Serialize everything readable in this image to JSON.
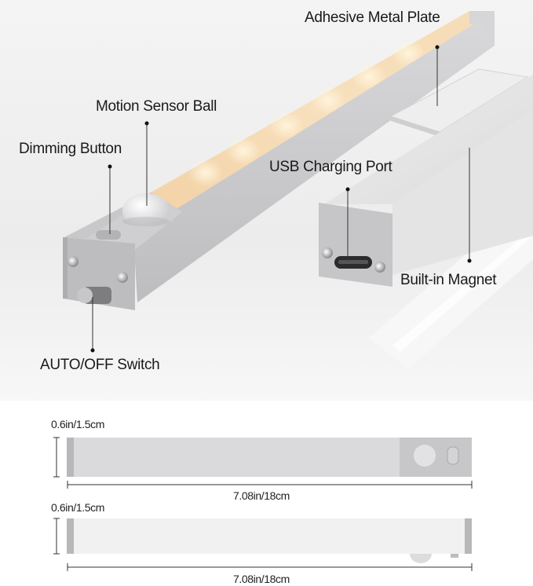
{
  "callouts": {
    "adhesive_metal_plate": "Adhesive Metal Plate",
    "motion_sensor_ball": "Motion Sensor Ball",
    "dimming_button": "Dimming Button",
    "usb_charging_port": "USB Charging Port",
    "built_in_magnet": "Built-in Magnet",
    "auto_off_switch": "AUTO/OFF Switch"
  },
  "dimensions": {
    "top_view": {
      "height_label": "0.6in/1.5cm",
      "length_label": "7.08in/18cm"
    },
    "side_view": {
      "height_label": "0.6in/1.5cm",
      "length_label": "7.08in/18cm"
    }
  },
  "colors": {
    "led_glow": "#f7dcb3",
    "aluminum": "#c9c9cb",
    "end_cap": "#b9b9bb",
    "text": "#1a1a1a"
  }
}
